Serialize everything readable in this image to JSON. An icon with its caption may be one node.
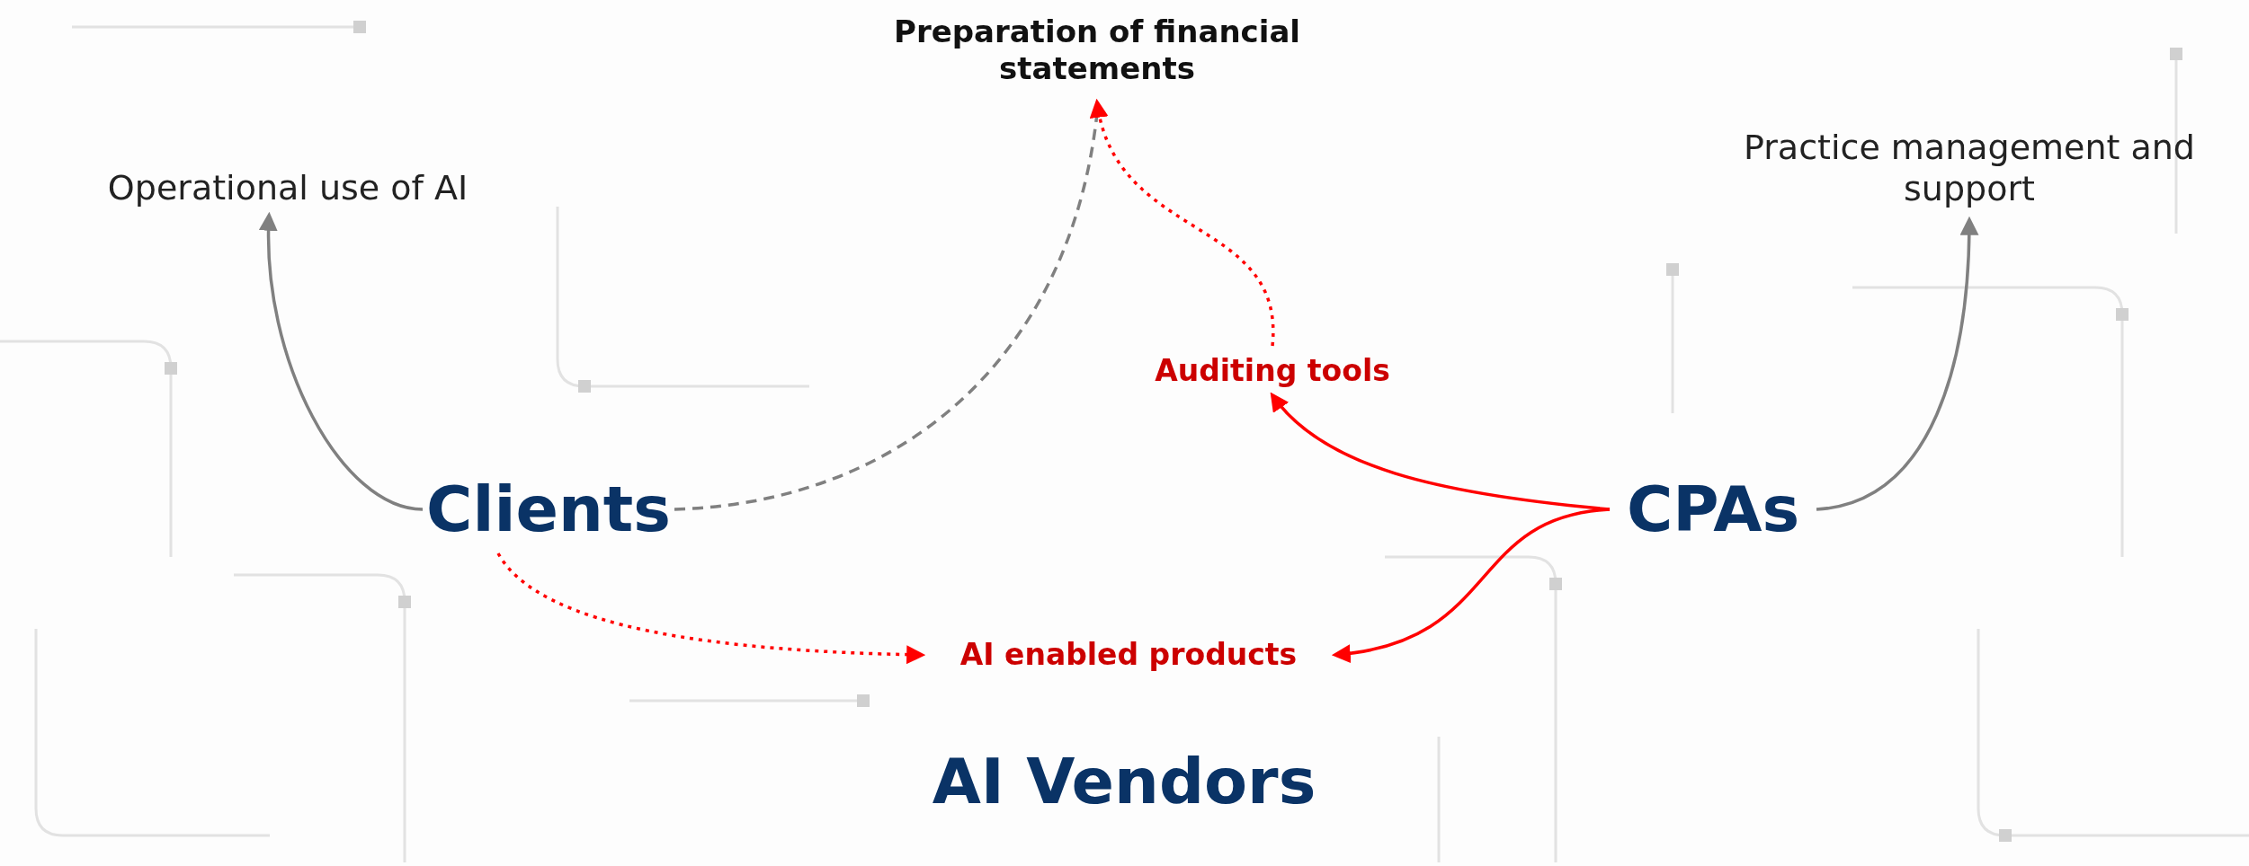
{
  "diagram": {
    "nodes": [
      {
        "text": [
          "Preparation of financial statements"
        ]
      },
      {
        "text": [
          "Operational use of AI"
        ]
      },
      {
        "text": [
          "Practice management and support"
        ]
      },
      {
        "text": [
          "Auditing tools"
        ]
      },
      {
        "text": [
          "Clients"
        ]
      },
      {
        "text": [
          "CPAs"
        ]
      },
      {
        "text": [
          "AI enabled products"
        ]
      },
      {
        "text": [
          "AI Vendors"
        ]
      }
    ],
    "edges": [
      {
        "from": 4,
        "to": 1,
        "arrow": "to",
        "color": "#808080"
      },
      {
        "from": 4,
        "to": 0,
        "arrow": "none",
        "style": "dashed",
        "color": "#808080"
      },
      {
        "from": 4,
        "to": 6,
        "arrow": "to",
        "style": "dashed"
      },
      {
        "from": 3,
        "to": 0,
        "arrow": "to",
        "style": "dashed"
      },
      {
        "from": 5,
        "to": 3,
        "arrow": "to"
      },
      {
        "from": 5,
        "to": 6,
        "arrow": "to"
      },
      {
        "from": 5,
        "to": 2,
        "arrow": "to",
        "color": "#808080"
      }
    ]
  }
}
